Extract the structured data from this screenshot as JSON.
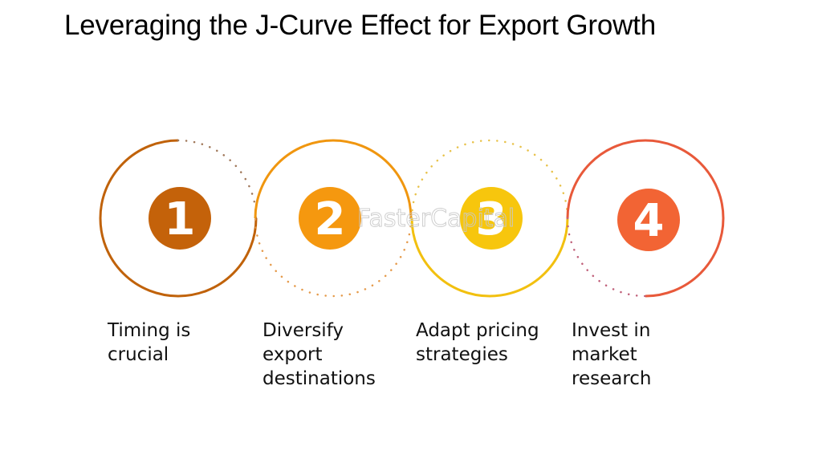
{
  "title": "Leveraging the J-Curve Effect for Export Growth",
  "watermark": "FasterCapital",
  "steps": [
    {
      "number": "1",
      "label_lines": [
        "Timing is",
        "crucial"
      ],
      "color": "#C0620A",
      "badge_color": "#C4620A"
    },
    {
      "number": "2",
      "label_lines": [
        "Diversify",
        "export",
        "destinations"
      ],
      "color": "#F0960F",
      "badge_color": "#F5980F"
    },
    {
      "number": "3",
      "label_lines": [
        "Adapt pricing",
        "strategies"
      ],
      "color": "#F2C00F",
      "badge_color": "#F7C60D"
    },
    {
      "number": "4",
      "label_lines": [
        "Invest in",
        "market",
        "research"
      ],
      "color": "#E8593A",
      "badge_color": "#F26434"
    }
  ]
}
